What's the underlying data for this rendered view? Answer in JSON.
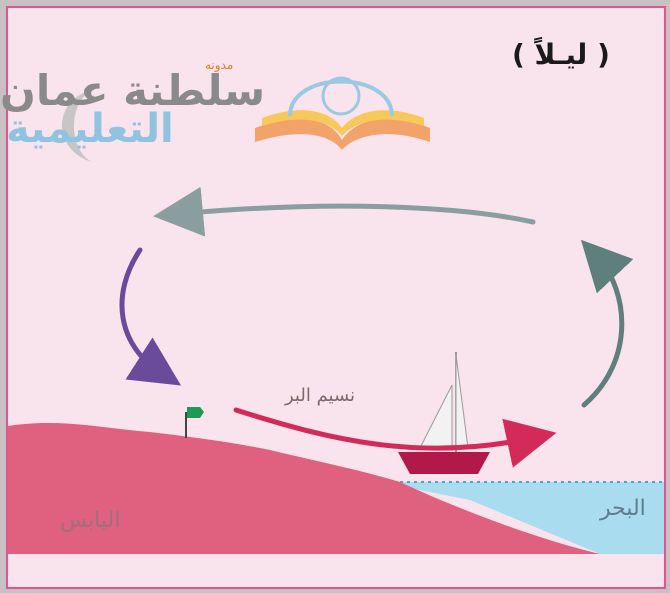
{
  "title": "( ليـلاً )",
  "watermark": {
    "small": "مدونه",
    "line1": "سلطنة عمان",
    "line2": "التعليمية"
  },
  "labels": {
    "breeze": "نسيم البر",
    "land": "اليابس",
    "sea": "البحر"
  },
  "colors": {
    "background": "#f9e3ec",
    "border": "#e0558f",
    "land": "#e0607f",
    "sea": "#a9dcef",
    "top_arrow": "#8a9ea0",
    "left_arrow": "#6a4a9a",
    "breeze_arrow": "#d42a5a",
    "right_arrow": "#5f7f7c",
    "flag": "#1a9a55"
  }
}
